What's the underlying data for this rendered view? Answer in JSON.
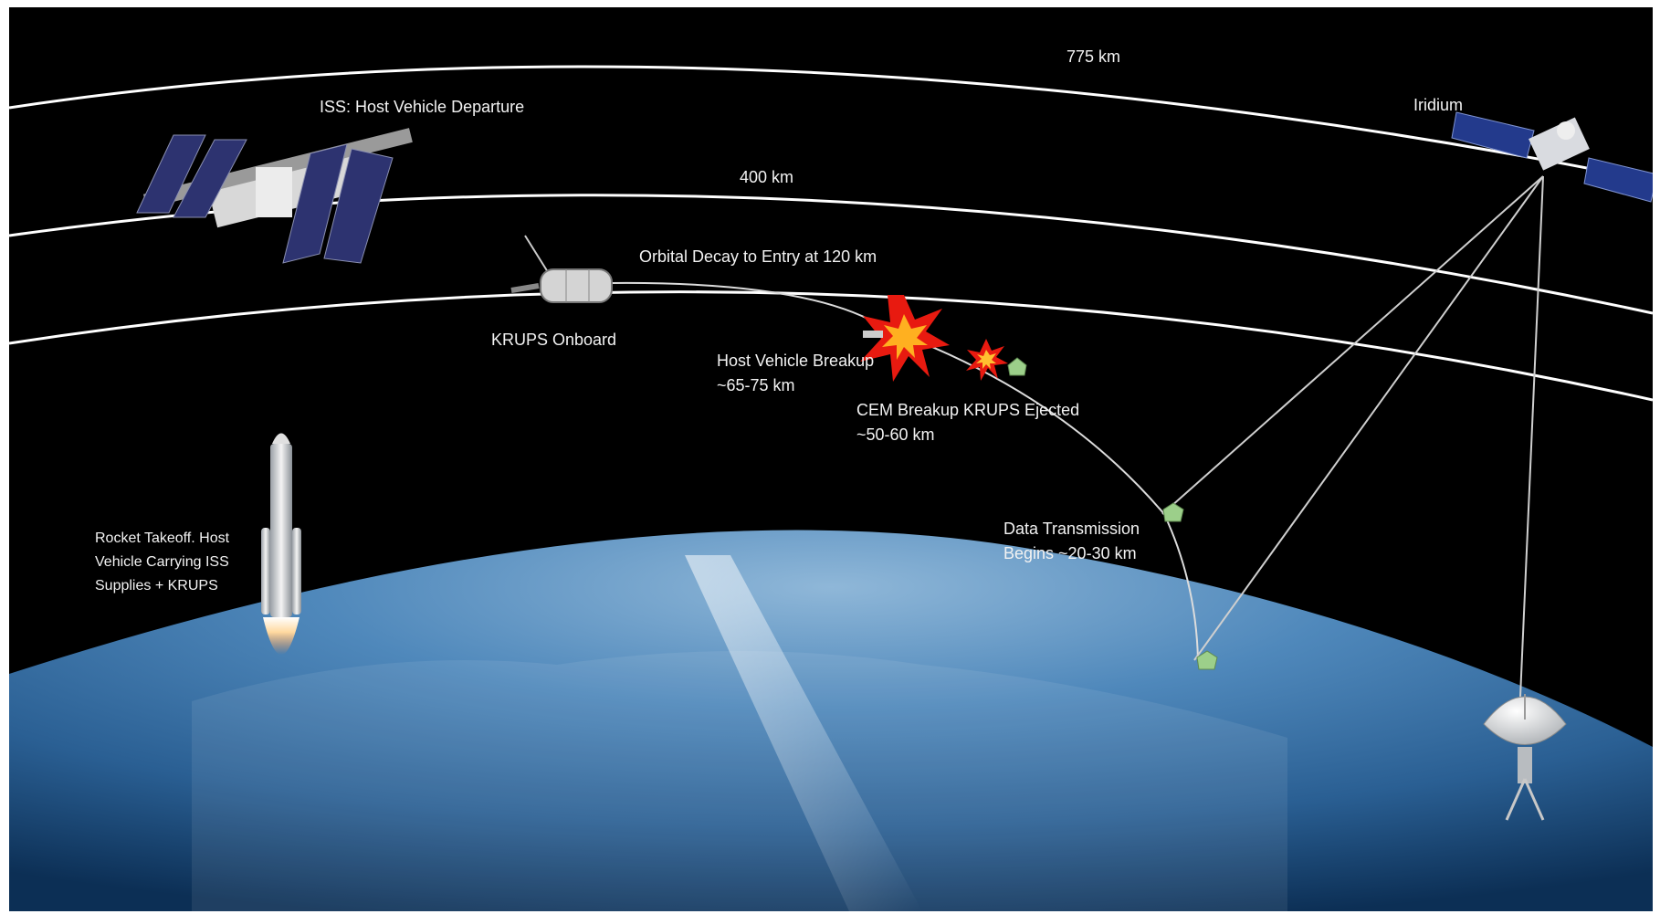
{
  "labels": {
    "alt_775": "775 km",
    "alt_400": "400 km",
    "iridium": "Iridium",
    "iss_departure": "ISS: Host Vehicle Departure",
    "orbital_decay": "Orbital Decay to Entry at 120 km",
    "krups_onboard": "KRUPS Onboard",
    "host_breakup_line1": "Host Vehicle Breakup",
    "host_breakup_line2": "~65-75 km",
    "cem_breakup_line1": "CEM Breakup KRUPS Ejected",
    "cem_breakup_line2": "~50-60 km",
    "data_tx_line1": "Data Transmission",
    "data_tx_line2": "Begins ~20-30 km",
    "rocket_line1": "Rocket Takeoff. Host",
    "rocket_line2": "Vehicle Carrying ISS",
    "rocket_line3": "Supplies + KRUPS"
  },
  "colors": {
    "space": "#000000",
    "orbit_line": "#ffffff",
    "earth_deep": "#0c2f55",
    "earth_mid": "#2f6fa8",
    "earth_light": "#8fb7d8",
    "capsule": "#9ccf8a",
    "explosion_outer": "#e81a10",
    "explosion_inner": "#ffb020"
  },
  "icons": [
    "iss-icon",
    "iridium-satellite-icon",
    "host-vehicle-icon",
    "explosion-icon",
    "krups-capsule-icon",
    "rocket-icon",
    "ground-station-dish-icon"
  ]
}
